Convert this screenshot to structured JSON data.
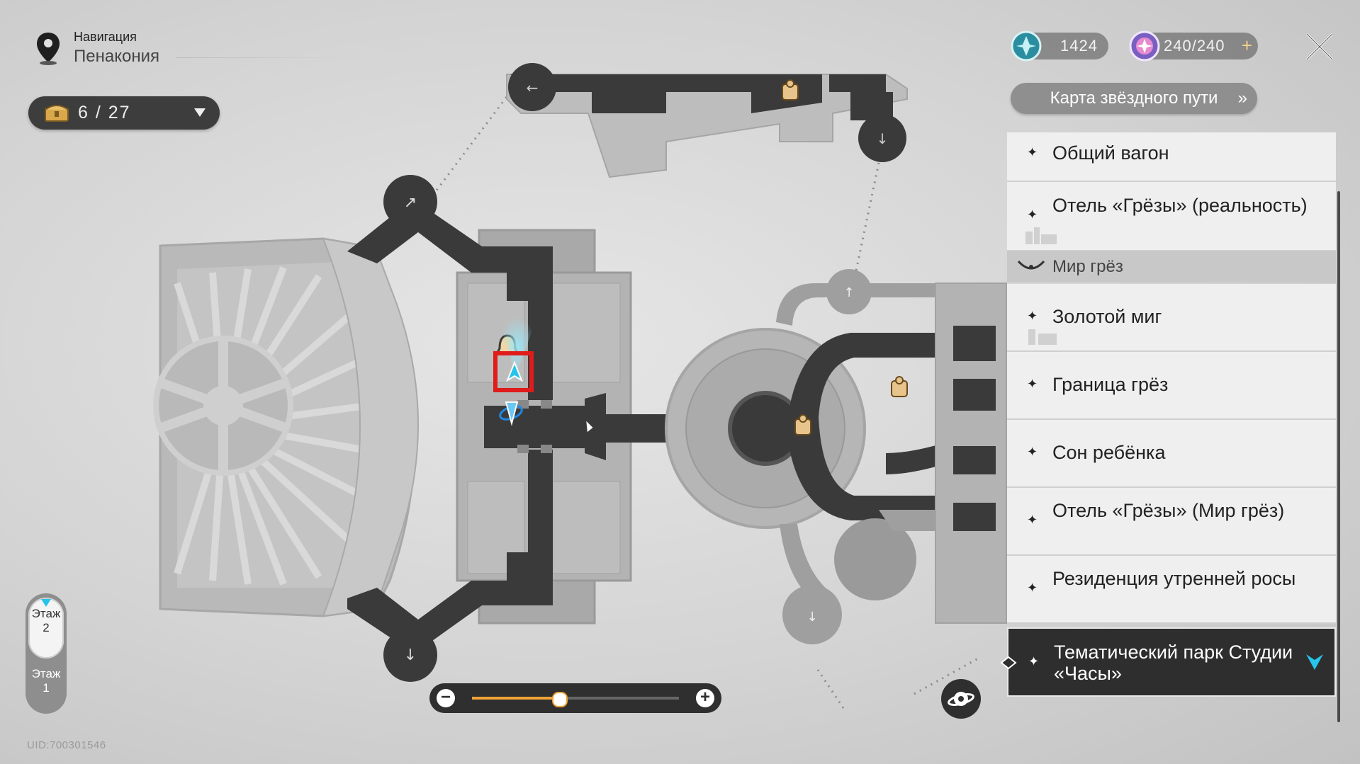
{
  "header": {
    "section_label": "Навигация",
    "location_name": "Пенакония"
  },
  "chest_counter": {
    "text": "6 / 27"
  },
  "resources": [
    {
      "icon": "stellar-jade-icon",
      "value": "1424"
    },
    {
      "icon": "trailblaze-power-icon",
      "value": "240/240",
      "plus": "+"
    }
  ],
  "star_rail_map_button": {
    "label": "Карта звёздного пути",
    "chevron": "»"
  },
  "locations": [
    {
      "label": "Общий вагон"
    },
    {
      "label": "Отель «Грёзы» (реальность)"
    }
  ],
  "section": {
    "label": "Мир грёз"
  },
  "dream_locations": [
    {
      "label": "Золотой миг"
    },
    {
      "label": "Граница грёз"
    },
    {
      "label": "Сон ребёнка"
    },
    {
      "label": "Отель «Грёзы» (Мир грёз)"
    },
    {
      "label": "Резиденция утренней росы"
    },
    {
      "label": "Тематический парк Студии «Часы»",
      "active": true
    }
  ],
  "floors": [
    {
      "label": "Этаж",
      "number": "2",
      "selected": true
    },
    {
      "label": "Этаж",
      "number": "1",
      "selected": false
    }
  ],
  "zoom": {
    "minus": "−",
    "plus": "+",
    "level": 0.42
  },
  "uid": "UID:700301546",
  "colors": {
    "accent_cyan": "#26c4e8",
    "zoom_orange": "#f0a237",
    "panel_dark": "#2e2e2e",
    "highlight_red": "#e01b1b"
  }
}
